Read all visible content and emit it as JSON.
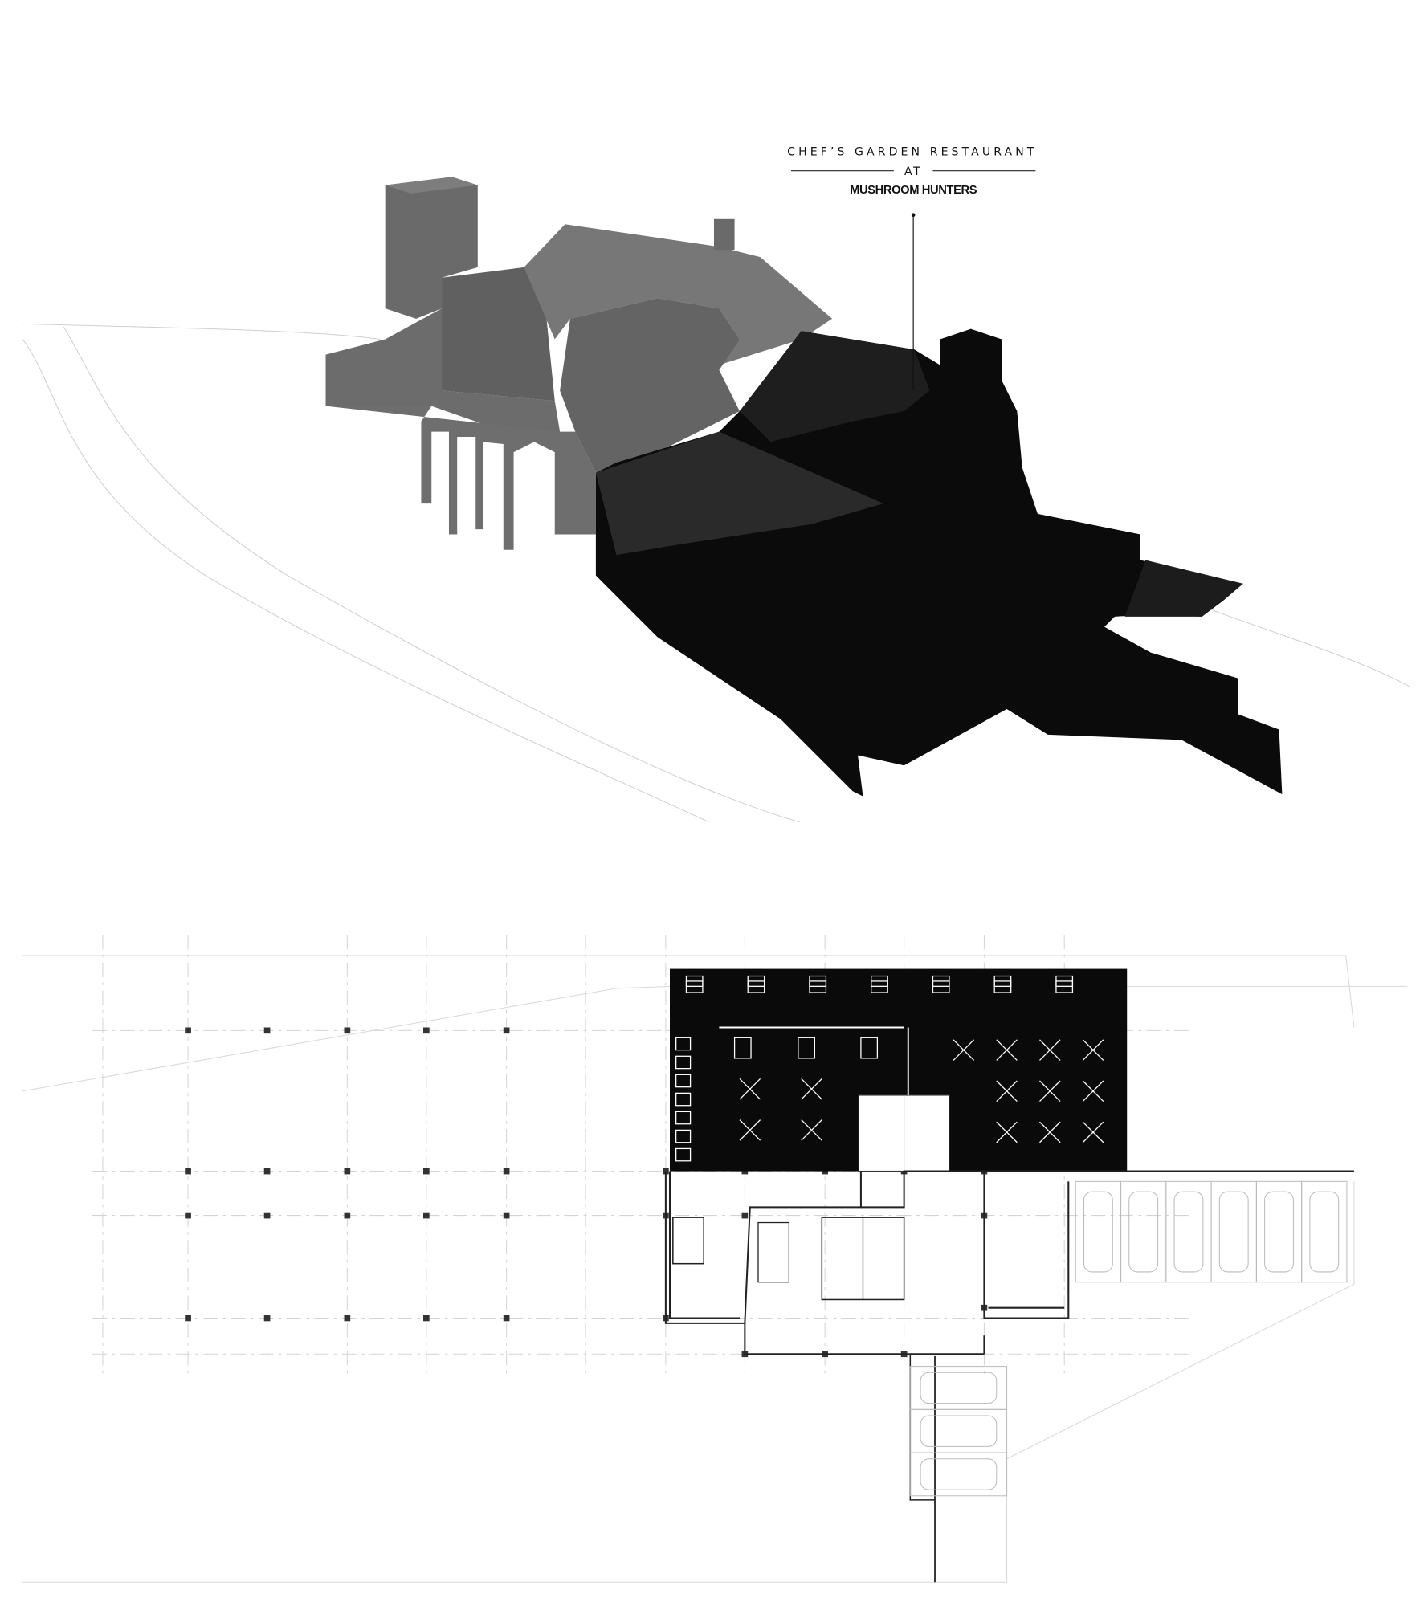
{
  "label": {
    "line1": "CHEF’S GARDEN RESTAURANT",
    "line2": "AT",
    "line3": "MUSHROOM HUNTERS"
  },
  "colors": {
    "upper_mass": "#6f6f6f",
    "lower_mass": "#0a0a0a",
    "ground_line": "#c8c8c8",
    "grid_line": "#d6d6d6"
  }
}
